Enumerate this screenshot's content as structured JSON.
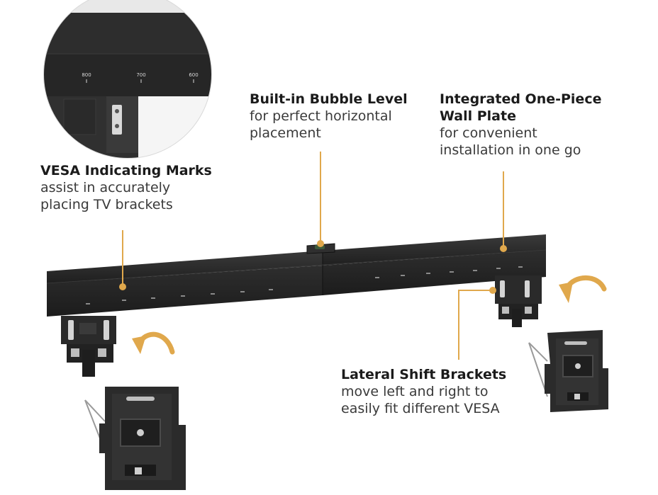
{
  "callouts": {
    "vesa": {
      "title": "VESA Indicating Marks",
      "body": [
        "assist in accurately",
        "placing TV brackets"
      ]
    },
    "level": {
      "title": "Built-in Bubble Level",
      "body": [
        "for perfect horizontal",
        "placement"
      ]
    },
    "plate": {
      "title": [
        "Integrated One-Piece",
        "Wall Plate"
      ],
      "body": [
        "for convenient",
        "installation in one go"
      ]
    },
    "shift": {
      "title": "Lateral Shift Brackets",
      "body": [
        "move left and right to",
        "easily fit different VESA"
      ]
    }
  },
  "zoom_marks": [
    "800",
    "700",
    "600"
  ],
  "colors": {
    "accent": "#e0a84c",
    "metal": "#2b2b2b",
    "metal_dark": "#1a1a1a",
    "metal_light": "#4a4a4a",
    "text": "#1b1b1b",
    "arrow": "#e0a84c"
  },
  "icons": [
    "curved-arrow-icon",
    "screw-icon",
    "bubble-level-icon"
  ]
}
